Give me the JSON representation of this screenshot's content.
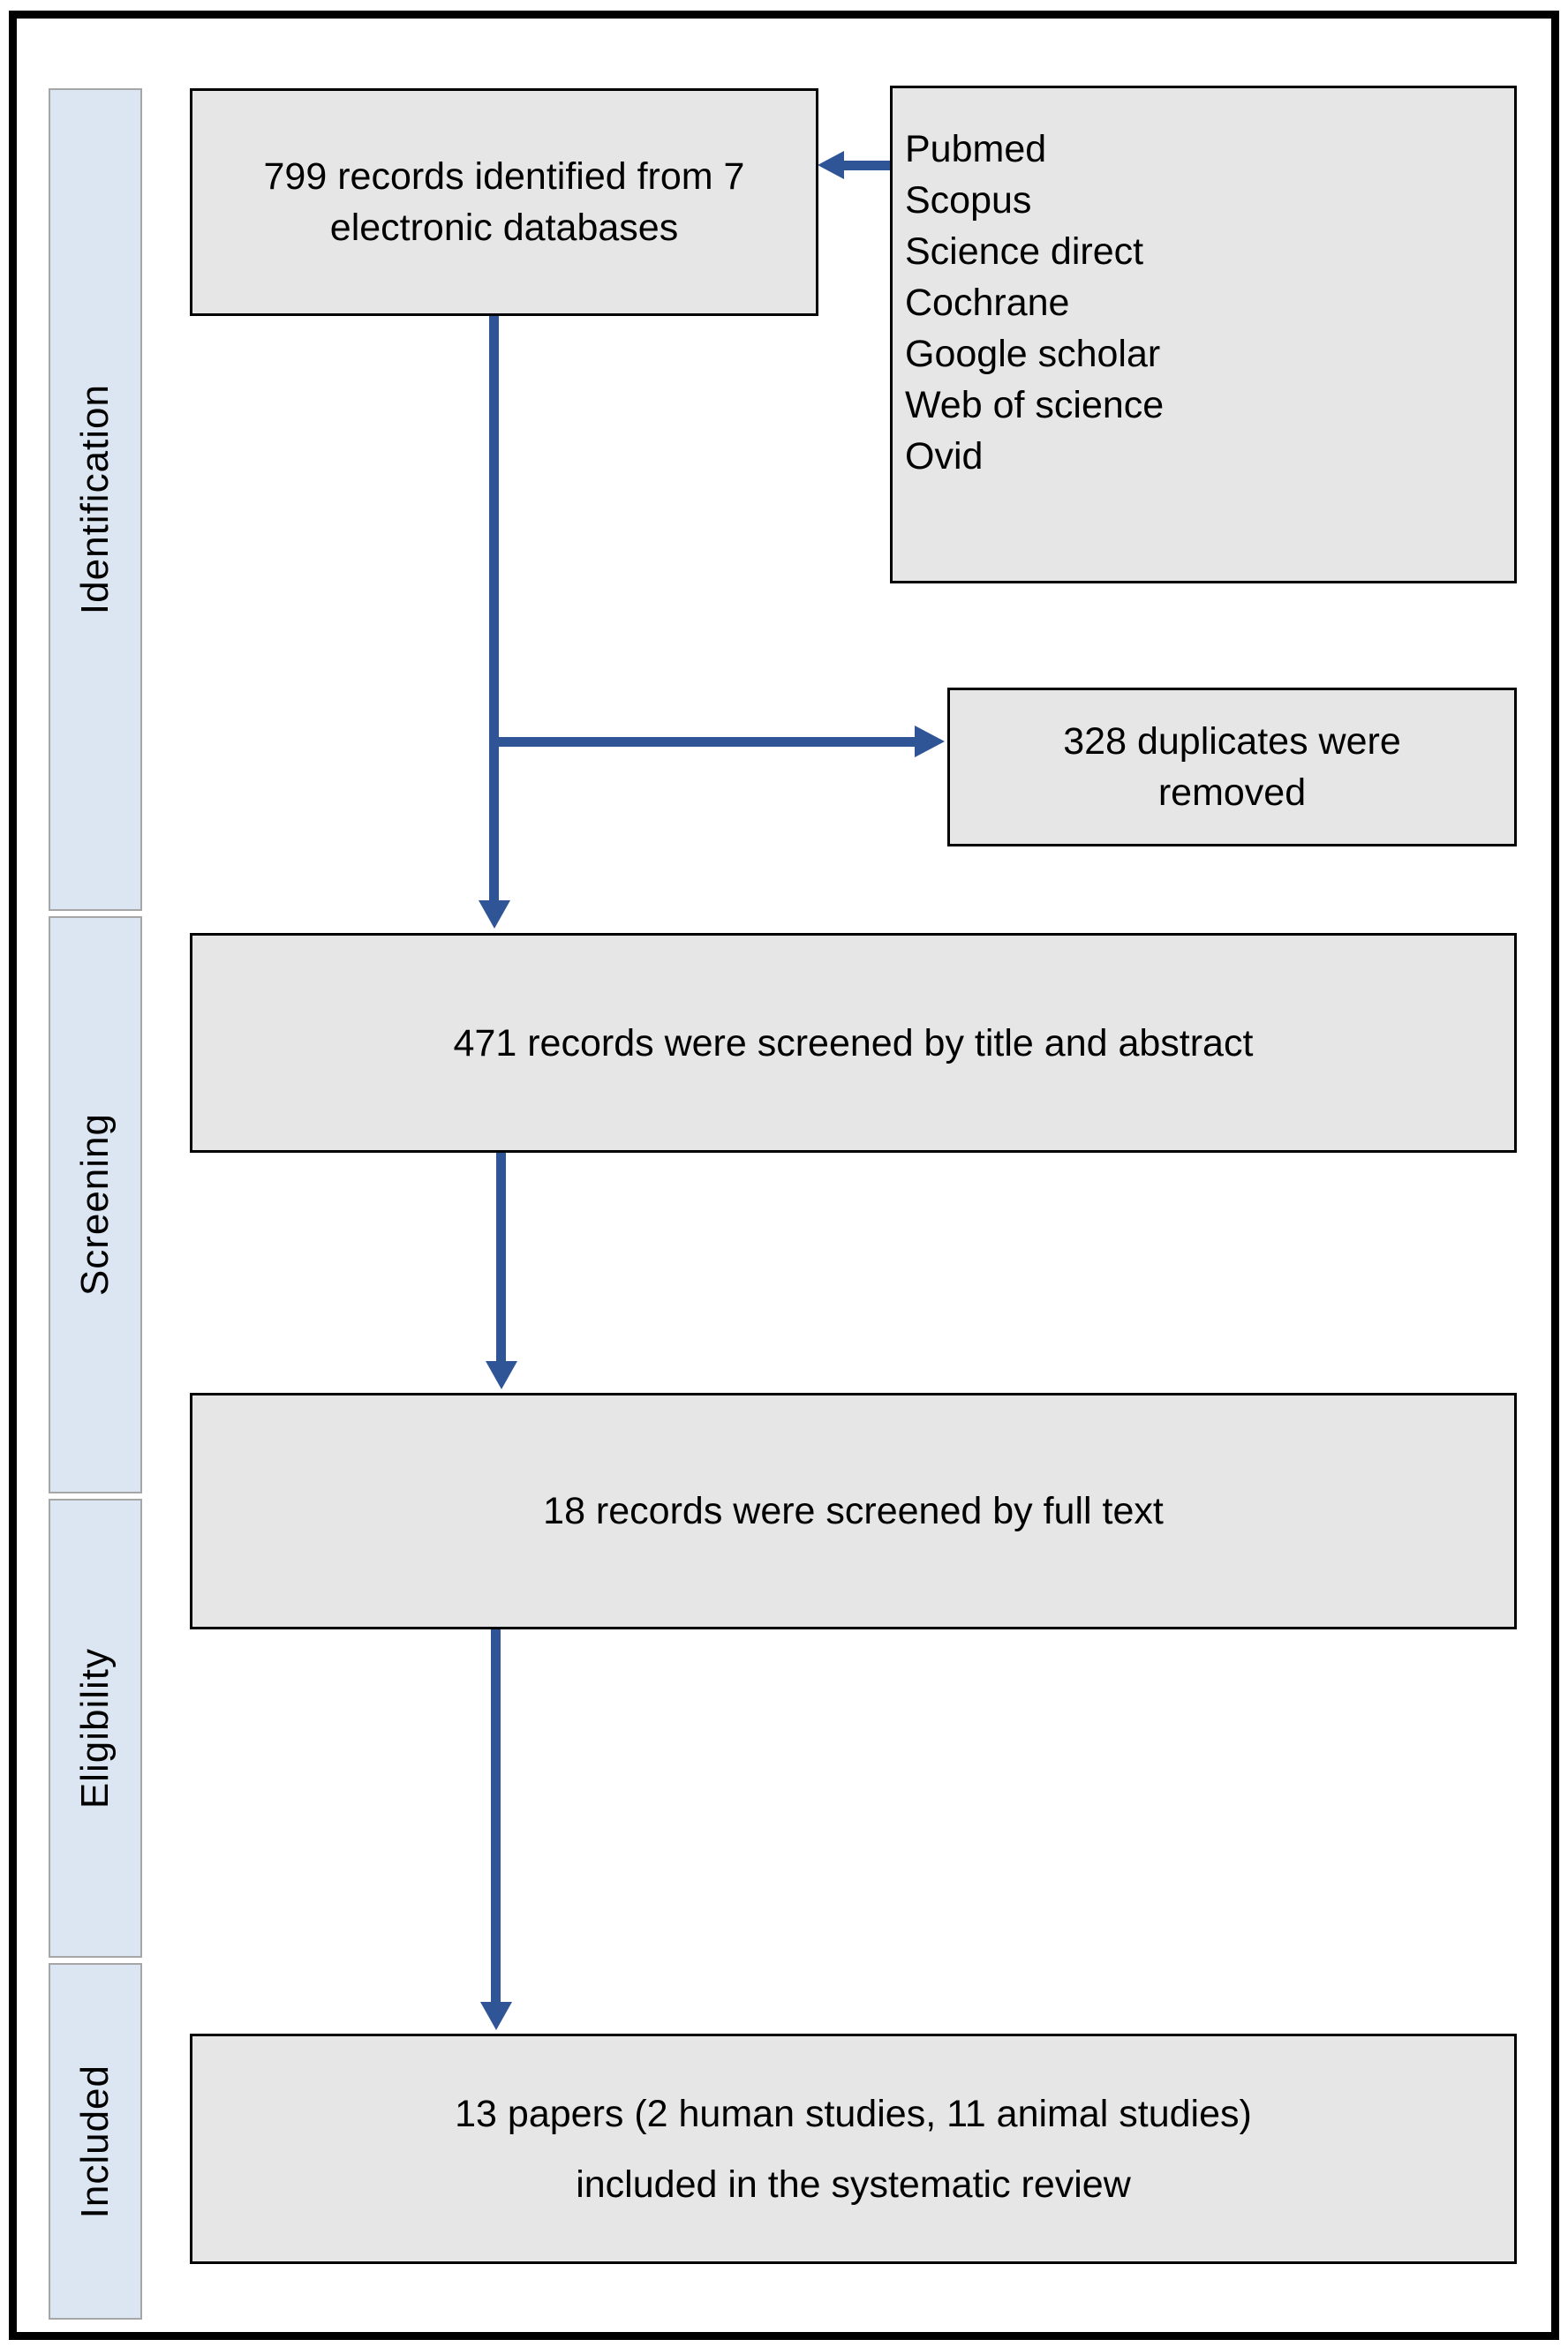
{
  "colors": {
    "box_fill": "#e7e6e6",
    "box_border": "#000000",
    "sidebar_fill": "#dce6f2",
    "sidebar_border": "#a6a6a6",
    "arrow": "#2f5597",
    "text": "#000000",
    "page_bg": "#ffffff"
  },
  "sidebar": {
    "stages": [
      {
        "id": "identification",
        "label": "Identification"
      },
      {
        "id": "screening",
        "label": "Screening"
      },
      {
        "id": "eligibility",
        "label": "Eligibility"
      },
      {
        "id": "included",
        "label": "Included"
      }
    ]
  },
  "boxes": {
    "records_identified": {
      "lines": [
        "799 records identified from 7",
        "electronic databases"
      ]
    },
    "databases": {
      "items": [
        "Pubmed",
        "Scopus",
        "Science direct",
        "Cochrane",
        "Google scholar",
        "Web of science",
        "Ovid"
      ]
    },
    "duplicates_removed": {
      "lines": [
        "328 duplicates were",
        "removed"
      ]
    },
    "screened_title_abstract": {
      "text": "471 records were screened by title and abstract"
    },
    "screened_full_text": {
      "text": "18 records were screened by full text"
    },
    "included_review": {
      "lines": [
        "13 papers (2 human studies, 11 animal studies)",
        "included in the systematic review"
      ]
    }
  }
}
